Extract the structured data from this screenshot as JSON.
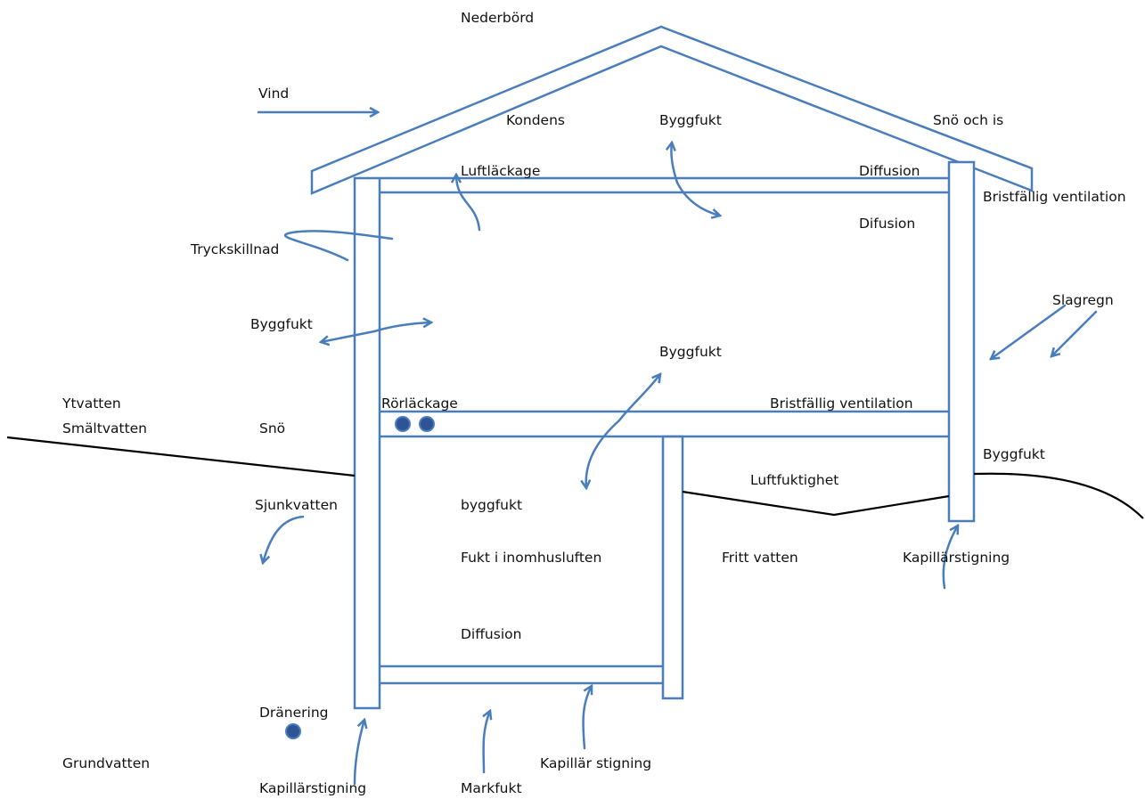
{
  "colors": {
    "structure": "#4A7EBB",
    "ground_line": "#000000",
    "pipe_fill": "#2F5496",
    "text": "#111111"
  },
  "labels": {
    "nederbord": "Nederbörd",
    "vind": "Vind",
    "kondens": "Kondens",
    "byggfukt_attic": "Byggfukt",
    "sno_och_is": "Snö och is",
    "luftlackage": "Luftläckage",
    "diffusion_attic": "Diffusion",
    "bristfallig_ventilation_roof": "Bristfällig ventilation",
    "difusion": "Difusion",
    "tryckskillnad": "Tryckskillnad",
    "slagregn": "Slagregn",
    "byggfukt_wall": "Byggfukt",
    "byggfukt_middle": "Byggfukt",
    "ytvatten": "Ytvatten",
    "smaltvatten": "Smältvatten",
    "rorlackage": "Rörläckage",
    "bristfallig_ventilation_floor": "Bristfällig ventilation",
    "sno": "Snö",
    "byggfukt_right": "Byggfukt",
    "luftfuktighet": "Luftfuktighet",
    "sjunkvatten": "Sjunkvatten",
    "byggfukt_lower": "byggfukt",
    "fukt_i_inomhusluften": "Fukt i inomhusluften",
    "fritt_vatten": "Fritt vatten",
    "kapillarstigning_right": "Kapillärstigning",
    "diffusion_basement": "Diffusion",
    "dranering": "Dränering",
    "grundvatten": "Grundvatten",
    "kapillar_stigning_bottom": "Kapillär stigning",
    "kapillarstigning_bottom": "Kapillärstigning",
    "markfukt": "Markfukt"
  }
}
